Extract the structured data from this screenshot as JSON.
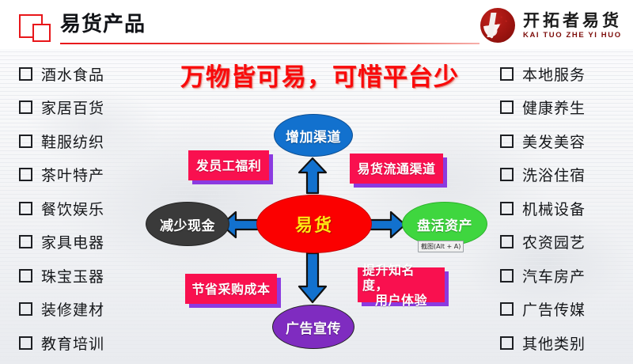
{
  "header": {
    "title": "易货产品",
    "logo_icon": "double-square-icon",
    "brand": {
      "emblem_icon": "kaituozhe-circular-emblem-icon",
      "name_cn": "开拓者易货",
      "name_en": "KAI TUO ZHE YI HUO"
    }
  },
  "headline": "万物皆可易，可惜平台少",
  "categories": {
    "left": [
      "酒水食品",
      "家居百货",
      "鞋服纺织",
      "茶叶特产",
      "餐饮娱乐",
      "家具电器",
      "珠宝玉器",
      "装修建材",
      "教育培训"
    ],
    "right": [
      "本地服务",
      "健康养生",
      "美发美容",
      "洗浴住宿",
      "机械设备",
      "农资园艺",
      "汽车房产",
      "广告传媒",
      "其他类别"
    ],
    "bullet_icon": "square-checkbox-icon"
  },
  "diagram": {
    "center": {
      "label": "易货",
      "color": "#fb0000",
      "text_color": "#ffe713"
    },
    "nodes": [
      {
        "id": "top",
        "label": "增加渠道",
        "color": "#1271ce"
      },
      {
        "id": "left",
        "label": "减少现金",
        "color": "#3a3a3a"
      },
      {
        "id": "right",
        "label": "盘活资产",
        "color": "#3fd63f"
      },
      {
        "id": "bottom",
        "label": "广告宣传",
        "color": "#7f2cc0"
      }
    ],
    "arrows": {
      "color": "#1271ce",
      "outline": "#111111",
      "directions": [
        "up",
        "left",
        "right",
        "down"
      ]
    },
    "tags": [
      {
        "id": "top-left",
        "label": "发员工福利"
      },
      {
        "id": "top-right",
        "label": "易货流通渠道"
      },
      {
        "id": "bottom-left",
        "label": "节省采购成本"
      },
      {
        "id": "bottom-right",
        "line1": "提升知名度，",
        "line2": "用户体验"
      }
    ],
    "tag_color": "#f9104f",
    "tag_shadow_color": "#8b3ae0"
  },
  "overlay": {
    "capture_tooltip": "截图(Alt + A)"
  }
}
